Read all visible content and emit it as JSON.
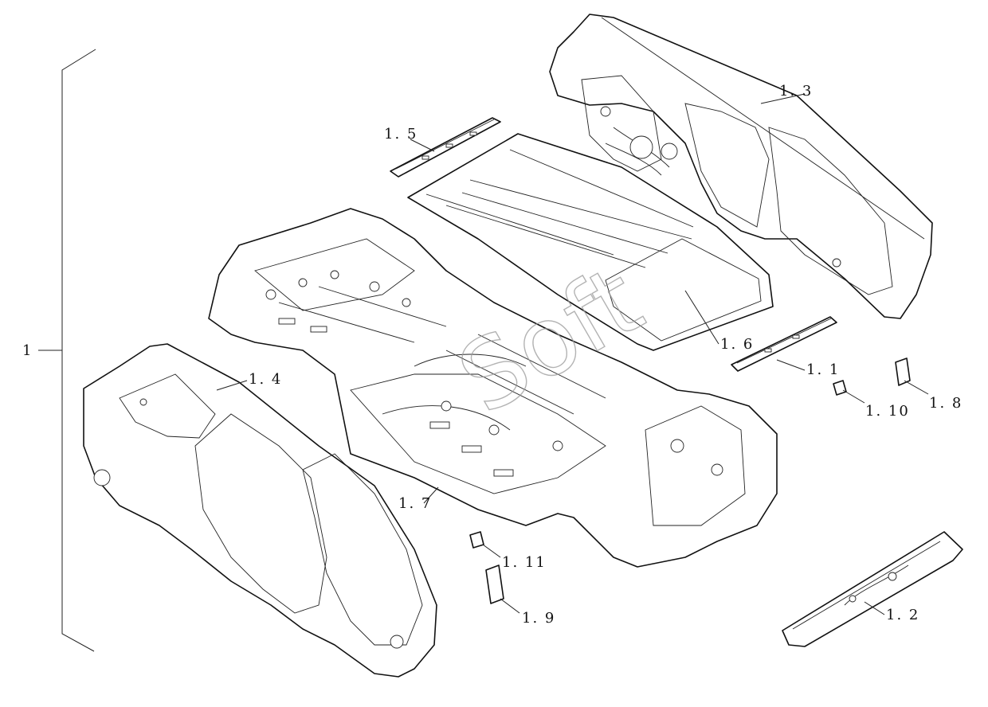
{
  "diagram": {
    "assembly_label": "1",
    "callouts": [
      {
        "id": "1.1",
        "text": "1. 1"
      },
      {
        "id": "1.2",
        "text": "1. 2"
      },
      {
        "id": "1.3",
        "text": "1. 3"
      },
      {
        "id": "1.4",
        "text": "1. 4"
      },
      {
        "id": "1.5",
        "text": "1. 5"
      },
      {
        "id": "1.6",
        "text": "1. 6"
      },
      {
        "id": "1.7",
        "text": "1. 7"
      },
      {
        "id": "1.8",
        "text": "1. 8"
      },
      {
        "id": "1.9",
        "text": "1. 9"
      },
      {
        "id": "1.10",
        "text": "1. 10"
      },
      {
        "id": "1.11",
        "text": "1. 11"
      }
    ],
    "watermark": "Soft"
  }
}
